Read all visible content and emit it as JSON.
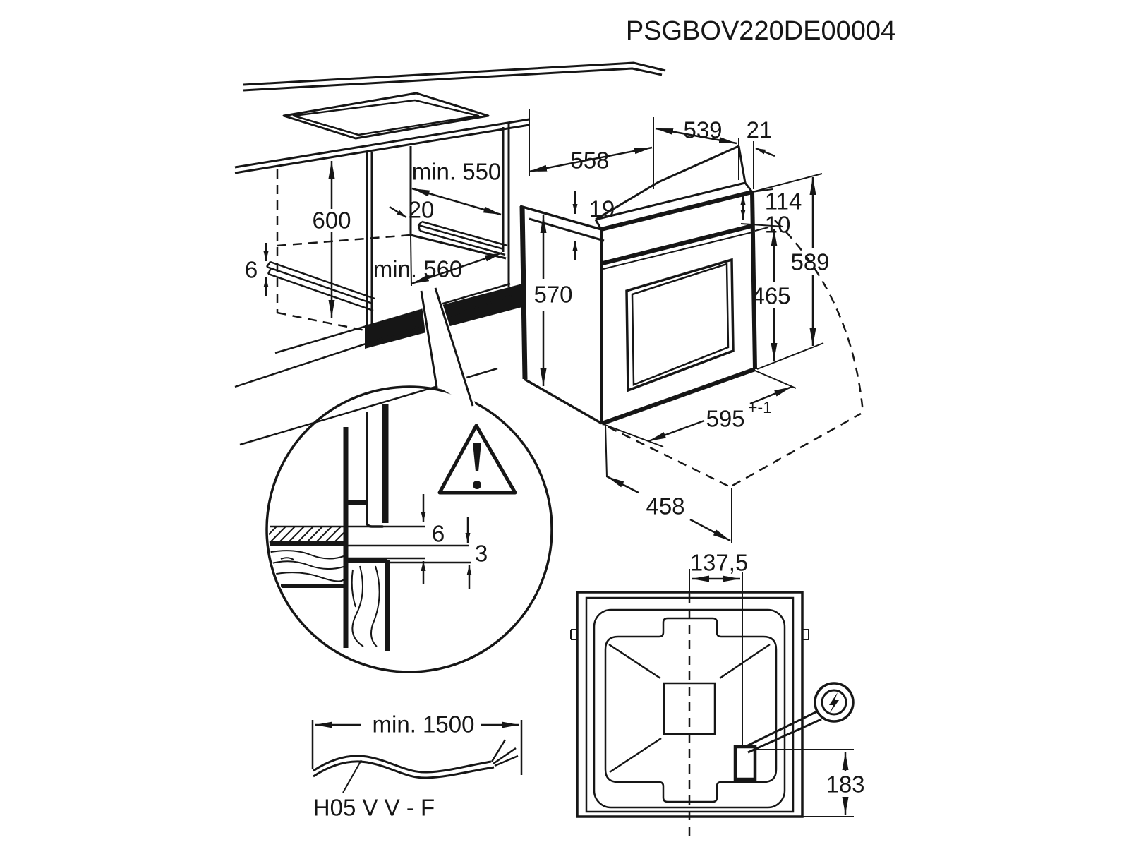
{
  "title": "PSGBOV220DE00004",
  "cabinet_view": {
    "description": "built-in cabinet niche with cooktop cutout",
    "labels": {
      "niche_height": "600",
      "niche_depth_top": "min. 550",
      "rail_setback": "20",
      "rail_height": "6",
      "niche_depth_bottom": "min. 560"
    }
  },
  "oven_view": {
    "description": "oven outer dimensions, perspective view",
    "labels": {
      "top_depth": "558",
      "rear_depth": "539",
      "front_frame_depth": "21",
      "top_step": "19",
      "control_panel_height": "114",
      "panel_door_gap": "10",
      "front_height": "589",
      "body_height": "570",
      "door_height": "465",
      "front_width": "595",
      "front_width_tolerance": "+-1",
      "open_door_depth": "458"
    }
  },
  "detail_view": {
    "description": "magnified mounting gap detail with warning",
    "warning_icon": "exclamation-triangle",
    "labels": {
      "gap_top": "6",
      "gap_bottom": "3"
    }
  },
  "cable_view": {
    "description": "mains cable requirement",
    "labels": {
      "min_length": "min. 1500",
      "cable_type": "H05 V V - F"
    }
  },
  "back_view": {
    "description": "oven rear view with junction box position",
    "electric_icon": "lightning-bolt",
    "labels": {
      "junction_offset": "137,5",
      "junction_height": "183"
    }
  }
}
